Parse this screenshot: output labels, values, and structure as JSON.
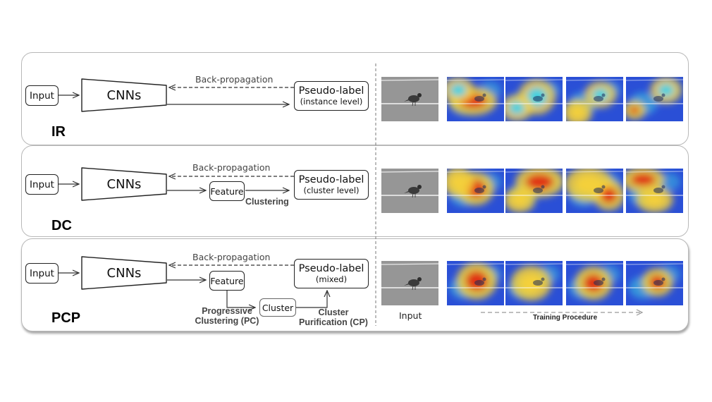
{
  "rows": [
    {
      "method": "IR",
      "input_label": "Input",
      "cnn_label": "CNNs",
      "backprop_label": "Back-propagation",
      "pseudo_label": "Pseudo-label",
      "pseudo_sub": "(instance level)",
      "heat_level": "diffuse"
    },
    {
      "method": "DC",
      "input_label": "Input",
      "cnn_label": "CNNs",
      "backprop_label": "Back-propagation",
      "feature_label": "Feature",
      "clustering_label": "Clustering",
      "pseudo_label": "Pseudo-label",
      "pseudo_sub": "(cluster level)",
      "heat_level": "scattered"
    },
    {
      "method": "PCP",
      "input_label": "Input",
      "cnn_label": "CNNs",
      "backprop_label": "Back-propagation",
      "feature_label": "Feature",
      "cluster_label": "Cluster",
      "pc_label_1": "Progressive",
      "pc_label_2": "Clustering (PC)",
      "cp_label_1": "Cluster",
      "cp_label_2": "Purification (CP)",
      "pseudo_label": "Pseudo-label",
      "pseudo_sub": "(mixed)",
      "heat_level": "focused"
    }
  ],
  "input_caption": "Input",
  "training_caption": "Training Procedure",
  "colors": {
    "heat_low": "#2a4fd6",
    "heat_mid": "#3fd0e0",
    "heat_high": "#f4d03a",
    "heat_peak": "#e03018",
    "photo_bg": "#8e8e8e",
    "panel_border": "#b8b8b8"
  }
}
